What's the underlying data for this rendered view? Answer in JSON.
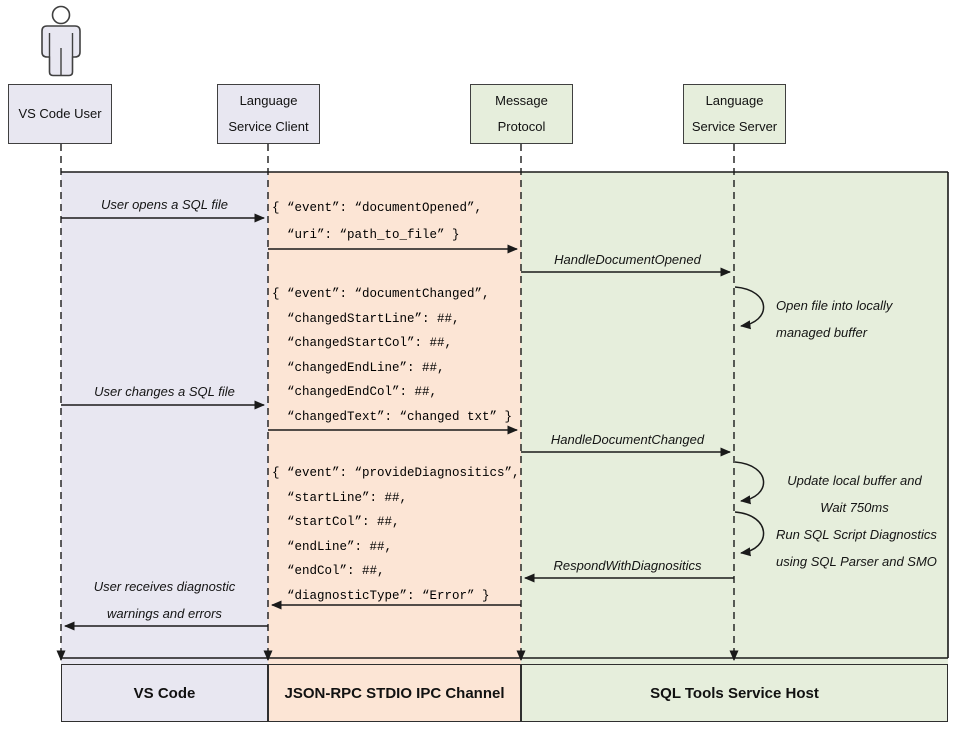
{
  "diagram_title": "VS Code SQL language service sequence diagram",
  "colors": {
    "lavender": "#e8e7f1",
    "peach": "#fce5d5",
    "green": "#e6eedc",
    "border": "#404040",
    "line": "#1a1a1a"
  },
  "actors": {
    "user": {
      "label": "VS Code User"
    },
    "client": {
      "line1": "Language",
      "line2": "Service Client"
    },
    "protocol": {
      "line1": "Message",
      "line2": "Protocol"
    },
    "server": {
      "line1": "Language",
      "line2": "Service Server"
    }
  },
  "messages": {
    "user_opens": "User opens a SQL file",
    "doc_opened": {
      "lines": [
        "{ “event”: “documentOpened”,",
        "  “uri”: “path_to_file” }"
      ]
    },
    "handle_doc_opened": "HandleDocumentOpened",
    "open_file_note": {
      "line1": "Open file into locally",
      "line2": "managed buffer"
    },
    "doc_changed": {
      "lines": [
        "{ “event”: “documentChanged”,",
        "  “changedStartLine”: ##,",
        "  “changedStartCol”: ##,",
        "  “changedEndLine”: ##,",
        "  “changedEndCol”: ##,",
        "  “changedText”: “changed txt” }"
      ]
    },
    "user_changes": "User changes a SQL file",
    "handle_doc_changed": "HandleDocumentChanged",
    "update_note": {
      "line1": "Update local buffer and",
      "line2": "Wait 750ms"
    },
    "run_note": {
      "line1": "Run SQL Script Diagnostics",
      "line2": "using SQL Parser and SMO"
    },
    "provide_diag": {
      "lines": [
        "{ “event”: “provideDiagnositics”,",
        "  “startLine”: ##,",
        "  “startCol”: ##,",
        "  “endLine”: ##,",
        "  “endCol”: ##,",
        "  “diagnosticType”: “Error” }"
      ]
    },
    "respond": "RespondWithDiagnositics",
    "user_receives": {
      "line1": "User receives diagnostic",
      "line2": "warnings and errors"
    }
  },
  "footers": {
    "vscode": "VS Code",
    "ipc": "JSON-RPC STDIO IPC Channel",
    "host": "SQL Tools Service Host"
  }
}
